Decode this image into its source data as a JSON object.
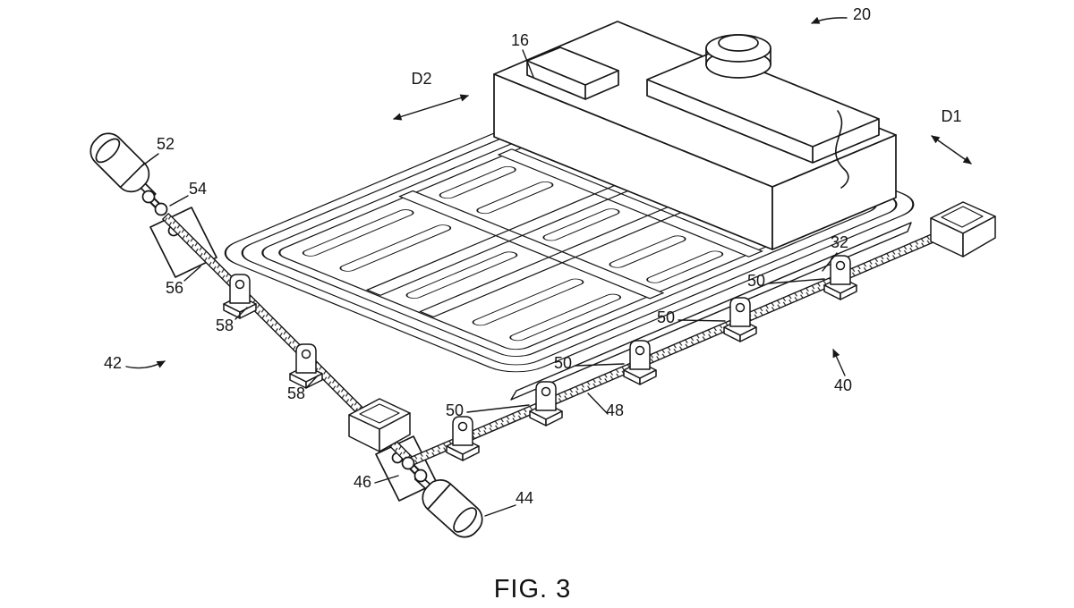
{
  "figure": {
    "caption": "FIG. 3",
    "colors": {
      "ink": "#161616",
      "paper": "#ffffff"
    },
    "labels": [
      {
        "text": "20"
      },
      {
        "text": "16"
      },
      {
        "text": "D2"
      },
      {
        "text": "D1"
      },
      {
        "text": "52"
      },
      {
        "text": "54"
      },
      {
        "text": "56"
      },
      {
        "text": "58"
      },
      {
        "text": "58"
      },
      {
        "text": "42"
      },
      {
        "text": "50"
      },
      {
        "text": "50"
      },
      {
        "text": "50"
      },
      {
        "text": "50"
      },
      {
        "text": "48"
      },
      {
        "text": "46"
      },
      {
        "text": "44"
      },
      {
        "text": "40"
      },
      {
        "text": "32"
      }
    ]
  }
}
